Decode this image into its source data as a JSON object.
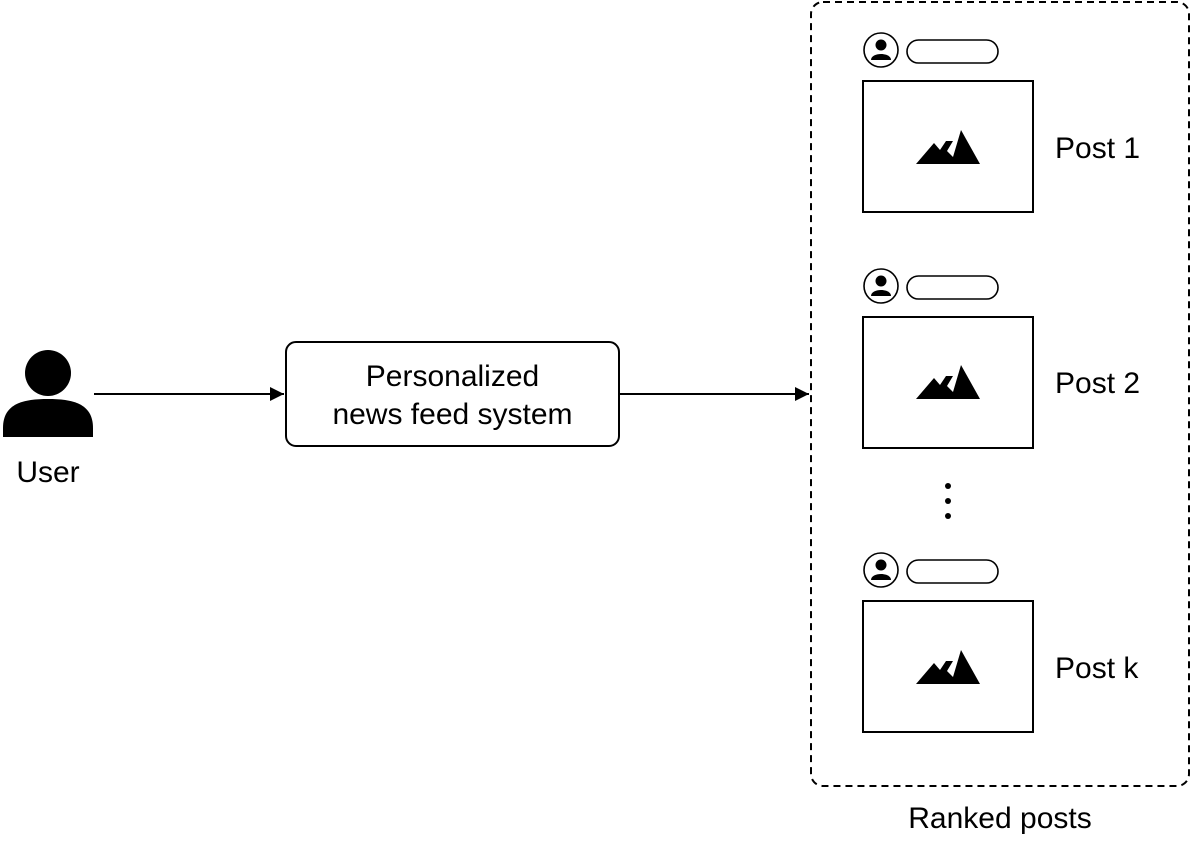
{
  "user": {
    "label": "User"
  },
  "system": {
    "line1": "Personalized",
    "line2": "news feed system"
  },
  "posts": [
    {
      "label": "Post 1"
    },
    {
      "label": "Post 2"
    },
    {
      "label": "Post k"
    }
  ],
  "ranked": {
    "label": "Ranked posts"
  },
  "colors": {
    "stroke": "#000000",
    "fill": "#ffffff"
  },
  "icons": {
    "user": "user-icon",
    "author": "author-avatar-icon",
    "image": "mountain-image-icon",
    "more": "vertical-ellipsis-icon"
  }
}
